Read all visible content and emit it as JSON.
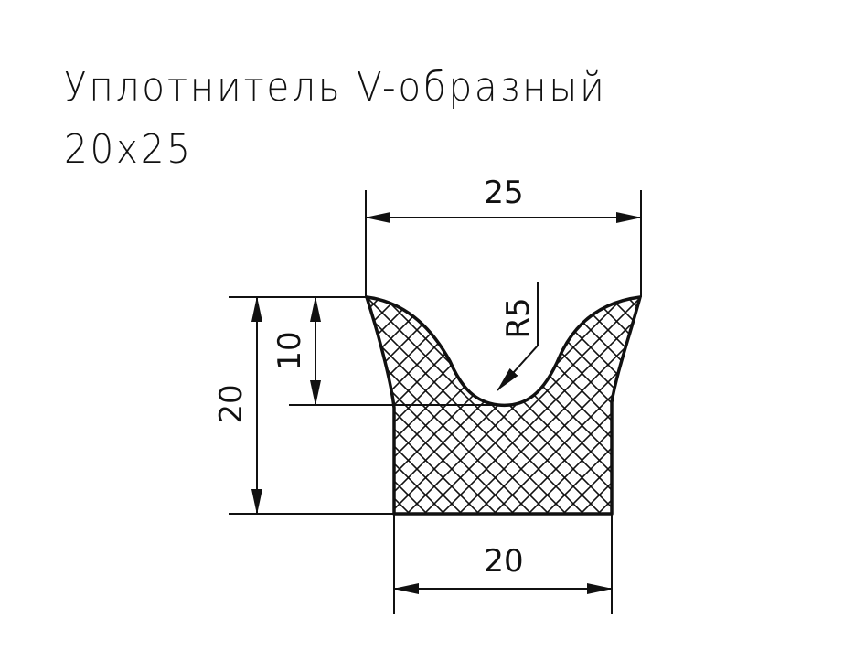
{
  "title": {
    "line1": "Уплотнитель V-образный",
    "line2": "20x25"
  },
  "dimensions": {
    "top_width": "25",
    "bottom_width": "20",
    "total_height": "20",
    "groove_depth": "10",
    "radius": "R5"
  },
  "colors": {
    "line": "#111111",
    "background": "#ffffff"
  }
}
